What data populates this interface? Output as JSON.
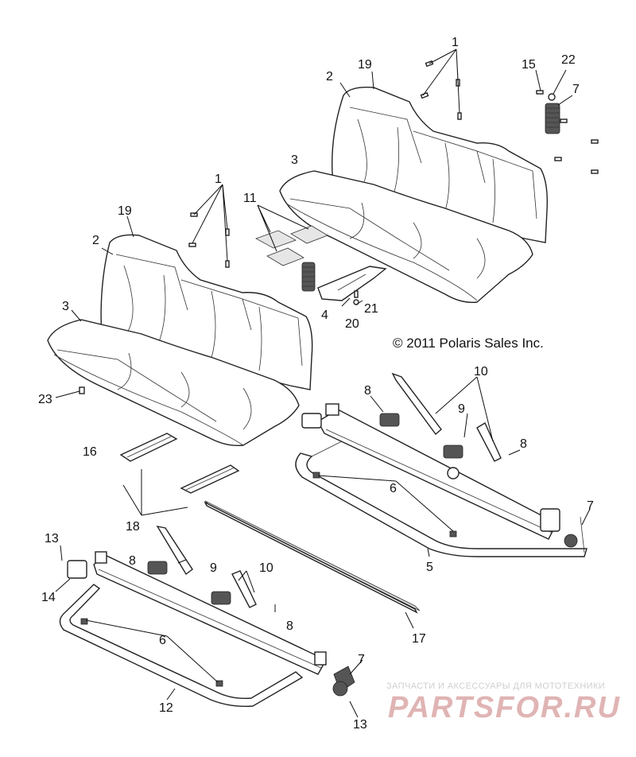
{
  "copyright": "© 2011 Polaris Sales Inc.",
  "watermark": {
    "tagline": "ЗАПЧАСТИ И АКСЕССУАРЫ ДЛЯ МОТОТЕХНИКИ",
    "logo_text": "PARTSFOR.RU",
    "logo_color": "#e0b4b4"
  },
  "callouts": {
    "c1a": "1",
    "c1b": "1",
    "c2a": "2",
    "c2b": "2",
    "c3a": "3",
    "c3b": "3",
    "c4": "4",
    "c5": "5",
    "c6a": "6",
    "c6b": "6",
    "c7a": "7",
    "c7b": "7",
    "c7c": "7",
    "c8a": "8",
    "c8b": "8",
    "c8c": "8",
    "c8d": "8",
    "c9a": "9",
    "c9b": "9",
    "c10a": "10",
    "c10b": "10",
    "c11": "11",
    "c12": "12",
    "c13a": "13",
    "c13b": "13",
    "c14": "14",
    "c15": "15",
    "c16": "16",
    "c17": "17",
    "c18": "18",
    "c19a": "19",
    "c19b": "19",
    "c20": "20",
    "c21": "21",
    "c22": "22",
    "c23": "23"
  }
}
